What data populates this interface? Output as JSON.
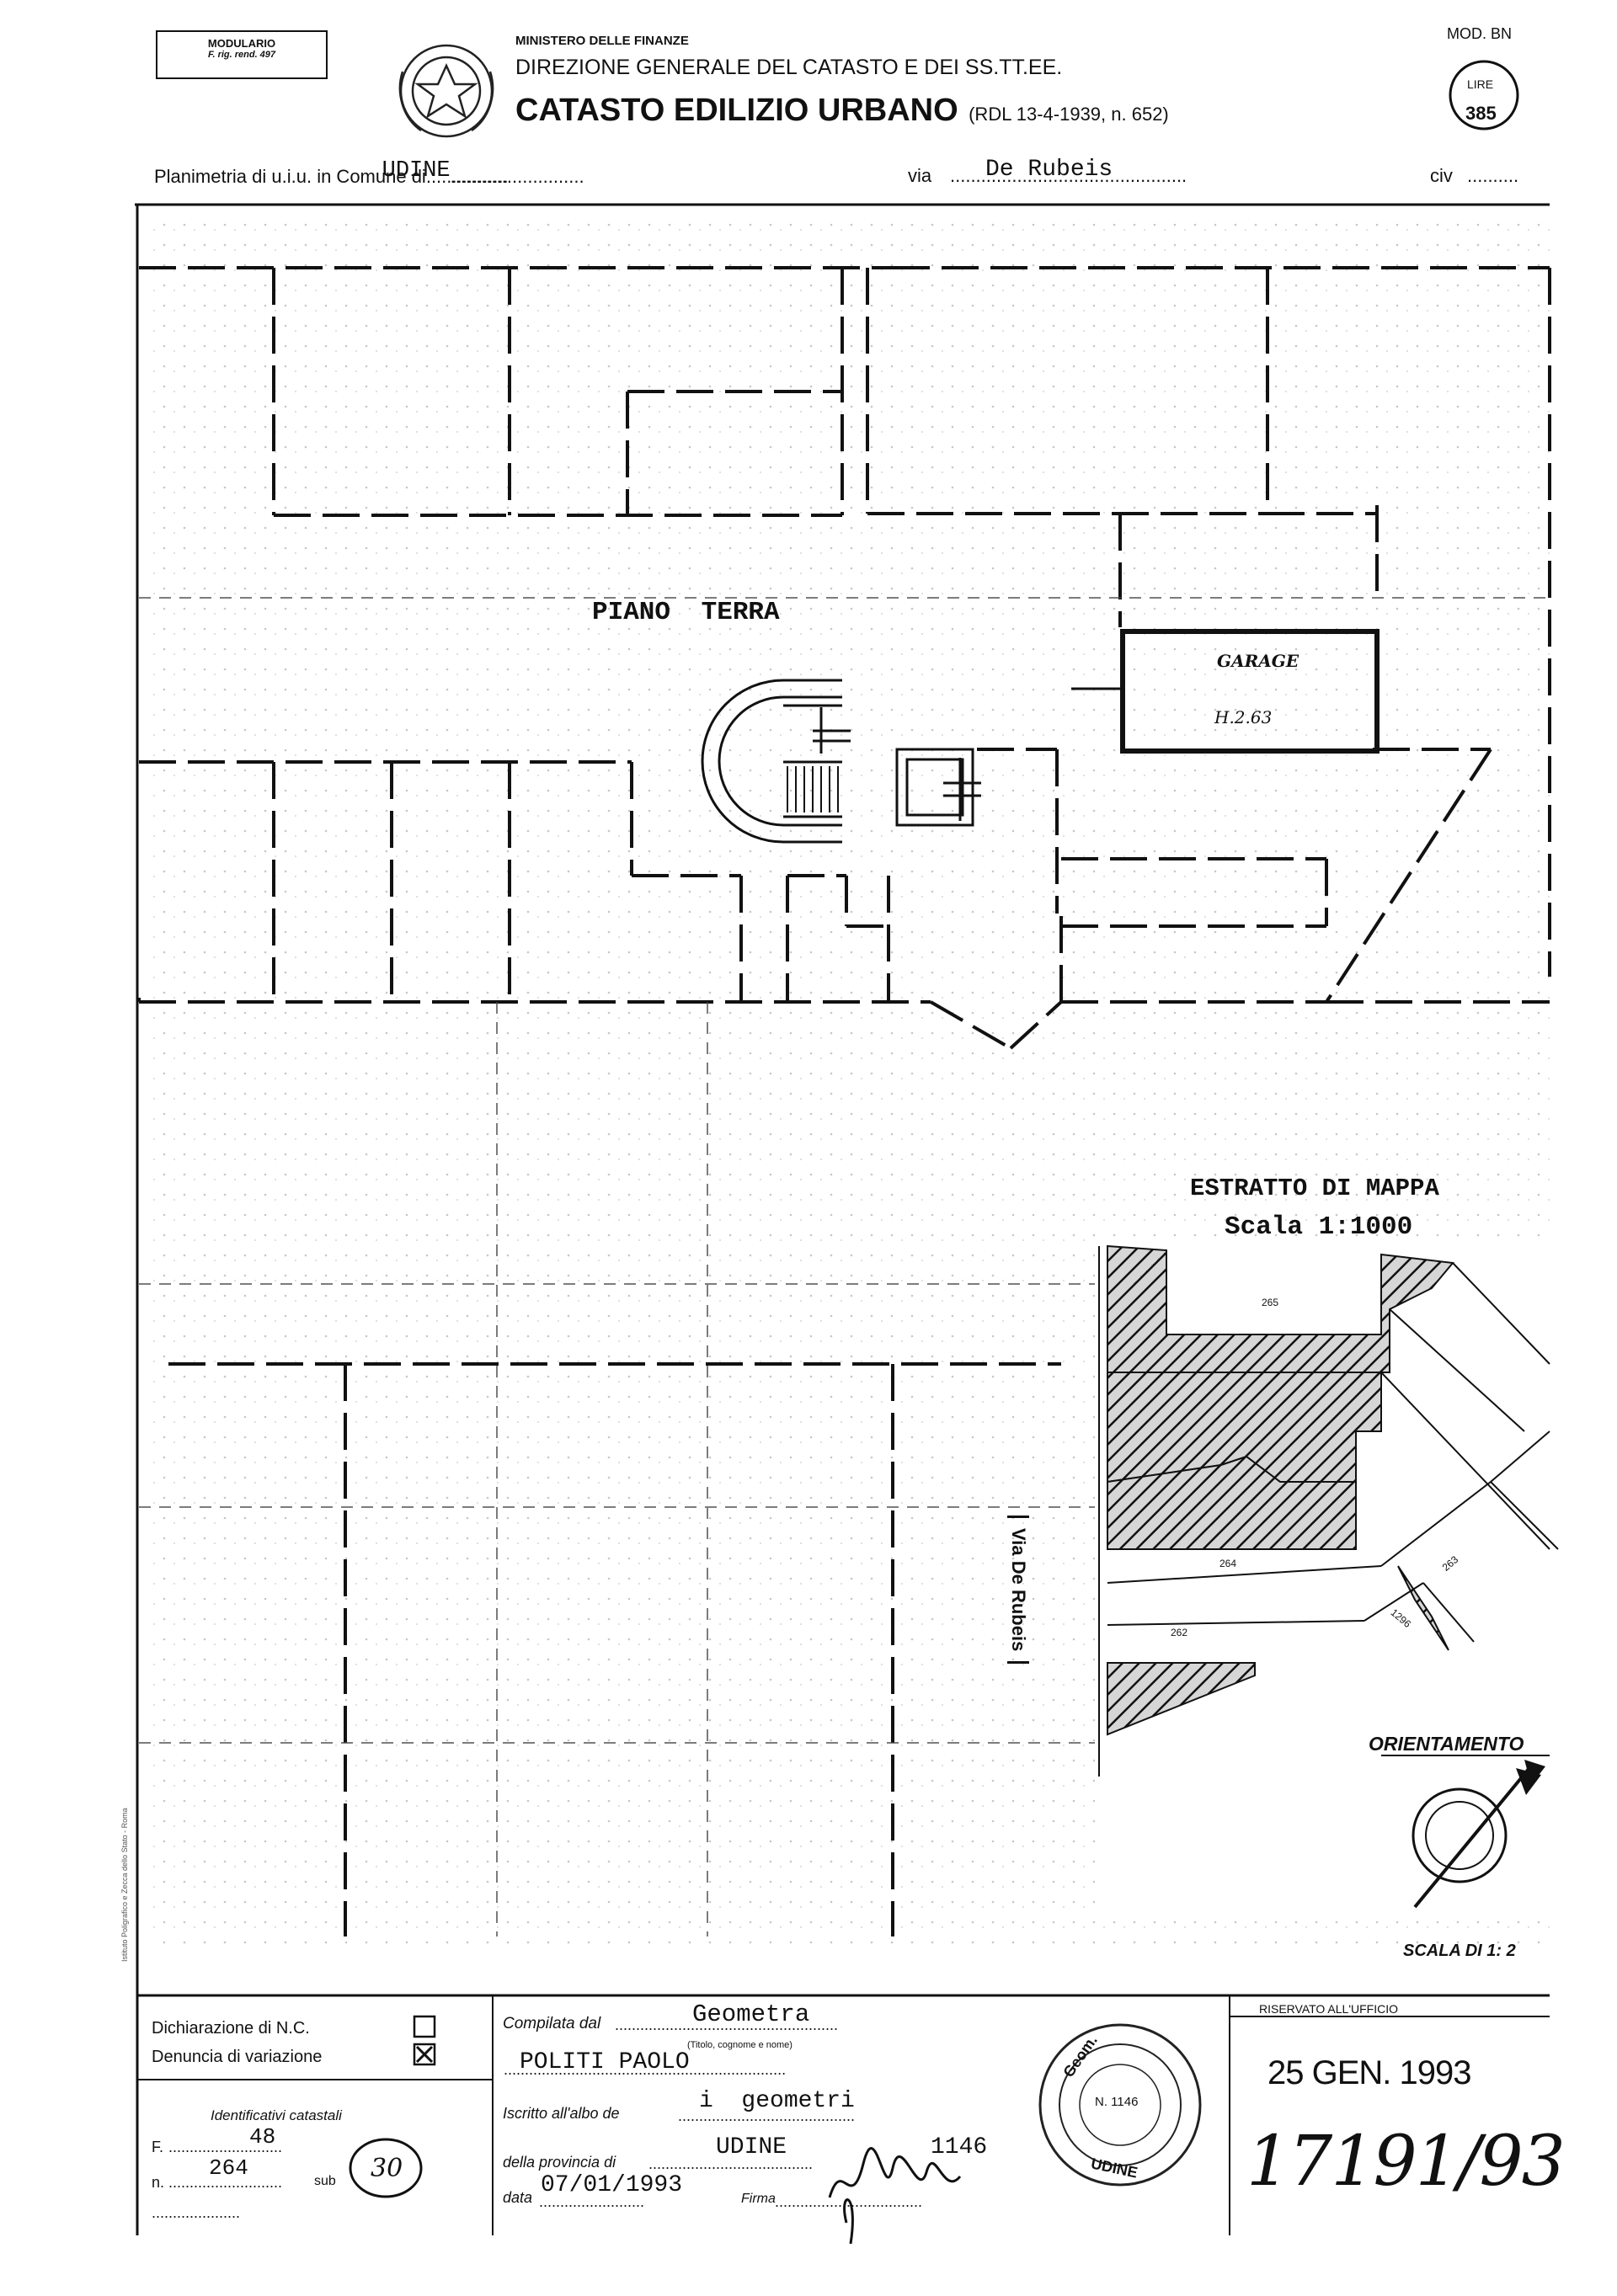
{
  "header": {
    "modulario_line1": "MODULARIO",
    "modulario_line2": "F. rig. rend. 497",
    "ministry": "MINISTERO DELLE FINANZE",
    "direction": "DIREZIONE GENERALE DEL CATASTO E DEI SS.TT.EE.",
    "title": "CATASTO EDILIZIO URBANO",
    "law": "(RDL 13-4-1939, n. 652)",
    "model": "MOD. BN",
    "stamp_currency": "LIRE",
    "stamp_value": "385"
  },
  "location": {
    "prefix": "Planimetria di u.i.u. in Comune di",
    "comune": "UDINE",
    "via_label": "via",
    "via": "De Rubeis",
    "civ_label": "civ"
  },
  "plan": {
    "floor_label": "PIANO TERRA",
    "room_label": "GARAGE",
    "room_height": "H.2.63"
  },
  "map_extract": {
    "title": "ESTRATTO DI MAPPA",
    "scale": "Scala 1:1000",
    "street": "Via De Rubeis",
    "parcel_labels": [
      "265",
      "264",
      "262",
      "263",
      "1296"
    ]
  },
  "orientation": {
    "label": "ORIENTAMENTO",
    "scale": "SCALA DI 1: 2"
  },
  "footer": {
    "dichiarazione_label": "Dichiarazione di N.C.",
    "denuncia_label": "Denuncia di variazione",
    "identificativi_label": "Identificativi catastali",
    "foglio_label": "F.",
    "foglio_value": "48",
    "numero_label": "n.",
    "numero_value": "264",
    "sub_label": "sub",
    "sub_value": "30",
    "compilata_label": "Compilata dal",
    "title_value": "Geometra",
    "title_hint": "(Titolo, cognome e nome)",
    "name_value": "POLITI PAOLO",
    "iscritto_label": "Iscritto all'albo de",
    "albo_value": "i  geometri",
    "provincia_label": "della provincia di",
    "provincia_value": "UDINE",
    "albo_number": "1146",
    "data_label": "data",
    "data_value": "07/01/1993",
    "firma_label": "Firma",
    "riservato_label": "RISERVATO ALL'UFFICIO",
    "stamp_date": "25 GEN. 1993",
    "protocol": "17191/93",
    "seal_top": "Geom.",
    "seal_bottom": "UDINE",
    "seal_middle": "N. 1146"
  },
  "margin_text": "Istituto Poligrafico e Zecca dello Stato - Roma"
}
